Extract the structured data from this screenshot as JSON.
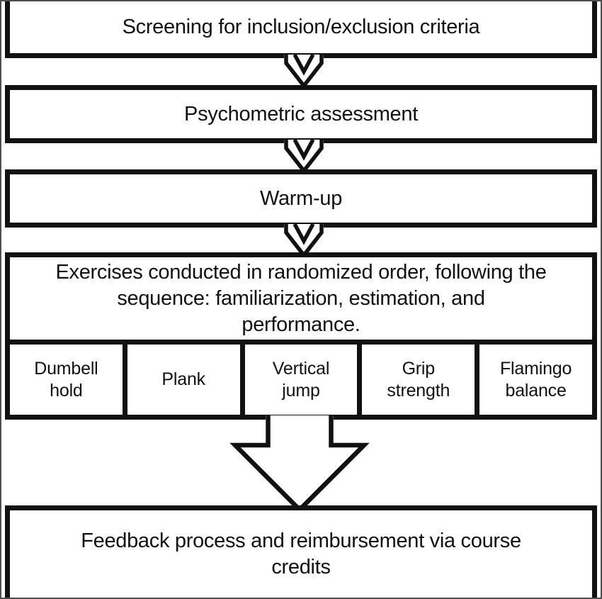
{
  "diagram": {
    "type": "flowchart",
    "background": "#ffffff",
    "border_color": "#111111",
    "frame_color": "#4f4f4f",
    "steps": {
      "screening": {
        "label": "Screening for inclusion/exclusion criteria"
      },
      "psychometric": {
        "label": "Psychometric assessment"
      },
      "warmup": {
        "label": "Warm-up"
      },
      "exercises": {
        "line1": "Exercises conducted in randomized order, following the",
        "line2": "sequence: familiarization, estimation, and",
        "line3": "performance."
      },
      "feedback": {
        "line1": "Feedback process and reimbursement via course",
        "line2": "credits"
      }
    },
    "exercise_cells": [
      {
        "line1": "Dumbell",
        "line2": "hold"
      },
      {
        "line1": "Plank",
        "line2": ""
      },
      {
        "line1": "Vertical",
        "line2": "jump"
      },
      {
        "line1": "Grip",
        "line2": "strength"
      },
      {
        "line1": "Flamingo",
        "line2": "balance"
      }
    ]
  }
}
